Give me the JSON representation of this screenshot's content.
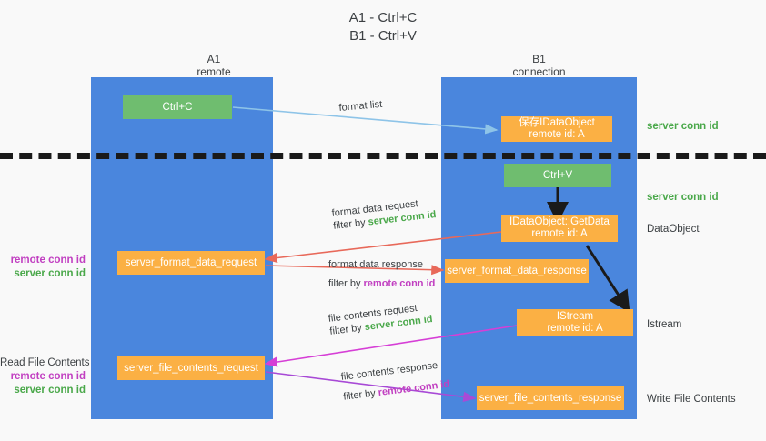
{
  "title": {
    "line1": "A1 - Ctrl+C",
    "line2": "B1 - Ctrl+V"
  },
  "lanes": [
    {
      "name": "A1",
      "sub": "remote"
    },
    {
      "name": "B1",
      "sub": "connection"
    }
  ],
  "nodes": {
    "ctrl_c": "Ctrl+C",
    "save_idataobject_l1": "保存IDataObject",
    "save_idataobject_l2": "remote id: A",
    "ctrl_v": "Ctrl+V",
    "getdata_l1": "IDataObject::GetData",
    "getdata_l2": "remote id: A",
    "istream_l1": "IStream",
    "istream_l2": "remote id: A",
    "server_format_data_request": "server_format_data_request",
    "server_format_data_response": "server_format_data_response",
    "server_file_contents_request": "server_file_contents_request",
    "server_file_contents_response": "server_file_contents_response"
  },
  "edge_labels": {
    "format_list": "format list",
    "format_data_request": "format data request",
    "format_data_request_filter_prefix": "filter by ",
    "format_data_request_filter_value": "server conn id",
    "format_data_response": "format data response",
    "format_data_response_filter_prefix": "filter by ",
    "format_data_response_filter_value": "remote conn id",
    "file_contents_request": "file contents request",
    "file_contents_request_filter_prefix": "filter by ",
    "file_contents_request_filter_value": "server conn id",
    "file_contents_response": "file contents response",
    "file_contents_response_filter_prefix": "filter by ",
    "file_contents_response_filter_value": "remote conn id"
  },
  "right_annotations": [
    {
      "text": "server conn id",
      "kind": "green"
    },
    {
      "text": "server conn id",
      "kind": "green"
    },
    {
      "text": "DataObject",
      "kind": "plain"
    },
    {
      "text": "Istream",
      "kind": "plain"
    },
    {
      "text": "Write File Contents",
      "kind": "plain"
    }
  ],
  "left_annotations": {
    "group1_line1": "remote conn id",
    "group1_line2": "server conn id",
    "group2_title": "Read File Contents",
    "group2_line1": "remote conn id",
    "group2_line2": "server conn id"
  },
  "colors": {
    "lane": "#4a86dd",
    "green_node": "#6fbd6f",
    "orange_node": "#fbb044",
    "green_text": "#4aa84a",
    "magenta_text": "#c13fc1",
    "arrow_lightblue": "#8ec4e8",
    "arrow_red": "#e8695a",
    "arrow_magenta": "#d63fd6",
    "arrow_purple": "#a84ad6",
    "arrow_black": "#1a1a1a",
    "background": "#f9f9f9"
  }
}
